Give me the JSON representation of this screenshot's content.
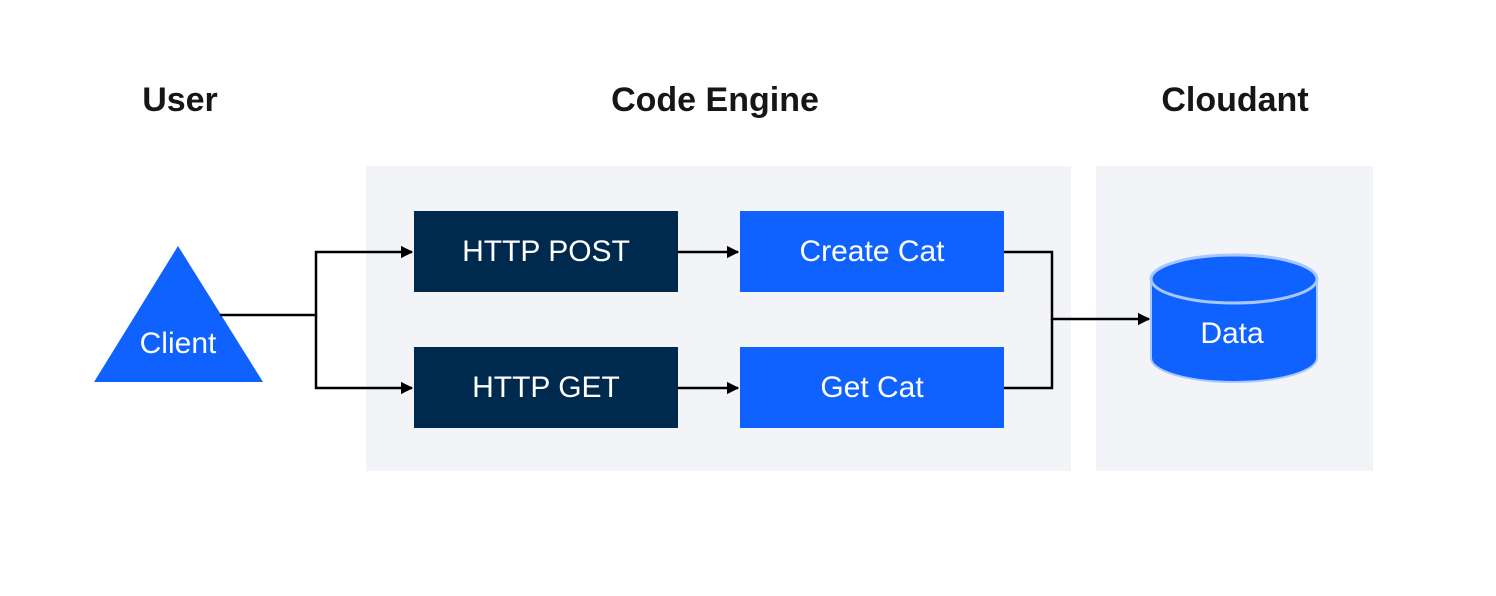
{
  "columns": {
    "user": "User",
    "code_engine": "Code Engine",
    "cloudant": "Cloudant"
  },
  "nodes": {
    "client": "Client",
    "http_post": "HTTP POST",
    "http_get": "HTTP GET",
    "create_cat": "Create Cat",
    "get_cat": "Get Cat",
    "data": "Data"
  },
  "colors": {
    "heading_text": "#161616",
    "panel_bg": "#f2f4f8",
    "route_box": "#002a4d",
    "function_box": "#0f62fe",
    "client_triangle": "#0f62fe",
    "database": "#0f62fe",
    "database_rim": "#a6c8ff",
    "connector": "#000000"
  }
}
